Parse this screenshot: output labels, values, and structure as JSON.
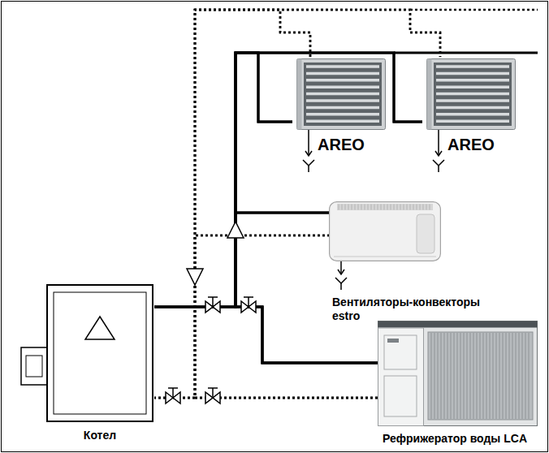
{
  "diagram": {
    "nodes": [
      {
        "text": [
          "AREO"
        ]
      },
      {
        "text": [
          "AREO"
        ]
      },
      {
        "text": [
          "Вентиляторы-конвекторы estro"
        ]
      },
      {
        "text": [
          "Котел"
        ]
      },
      {
        "text": [
          "Рефрижератор воды LCA"
        ]
      }
    ],
    "edges": [
      {
        "from": 3,
        "to": 0,
        "arrow": "none"
      },
      {
        "from": 3,
        "to": 1,
        "arrow": "none"
      },
      {
        "from": 3,
        "to": 2,
        "arrow": "none"
      },
      {
        "from": 4,
        "to": 0,
        "arrow": "none"
      },
      {
        "from": 4,
        "to": 1,
        "arrow": "none"
      },
      {
        "from": 4,
        "to": 2,
        "arrow": "none"
      },
      {
        "from": 0,
        "to": 3,
        "arrow": "none"
      },
      {
        "from": 1,
        "to": 3,
        "arrow": "none"
      },
      {
        "from": 2,
        "to": 3,
        "arrow": "none"
      },
      {
        "from": 0,
        "to": 4,
        "arrow": "none"
      },
      {
        "from": 1,
        "to": 4,
        "arrow": "none"
      },
      {
        "from": 2,
        "to": 4,
        "arrow": "none"
      }
    ]
  }
}
